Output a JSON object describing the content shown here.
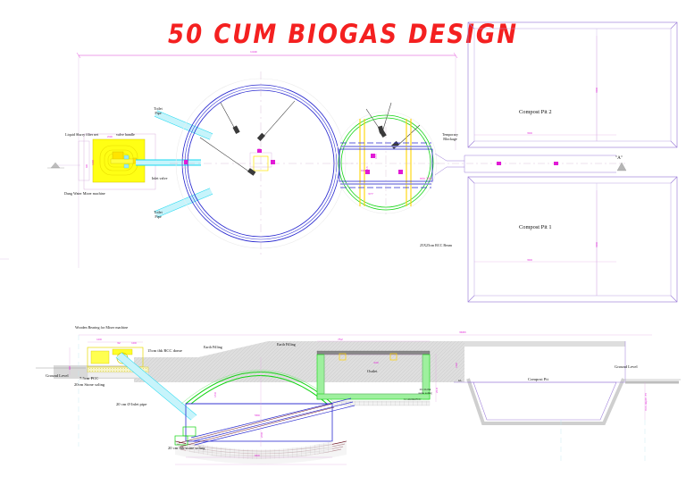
{
  "drawing": {
    "title": "50 CUM BIOGAS DESIGN",
    "title_color": "#f42020",
    "sheet_bg": "#ffffff"
  },
  "plan_view": {
    "labels": {
      "liquid_slurry_filter": "Liquid Slurry filter net",
      "valve_handle": "valve handle",
      "inlet_valve": "Inlet valve",
      "mixer_machine": "Dung Water Mixer machine",
      "toilet_pipe_top": "Toilet\nPipe",
      "toilet_pipe_bottom": "Toilet\nPipe",
      "temporary_blockage": "Temporary\nBlockage",
      "rcc_beam": "25X25cm RCC Beam",
      "section_marker": "\"A\"",
      "compost_pit_2": "Compost Pit 2",
      "compost_pit_1": "Compost Pit 1"
    },
    "dimensions": {
      "overall_width": "1440",
      "pit2_width": "300",
      "pit2_height": "300",
      "pit1_width": "300",
      "pit1_height": "300",
      "min_channel": "min 100",
      "inner_small_1": "100",
      "inner_small_2": "240",
      "digester_note_1": "600",
      "digester_note_2": "155",
      "digester_note_3": "20",
      "outlet_w": "377",
      "outlet_h": "215",
      "slurry_w": "100",
      "slurry_h": "60",
      "valve_d": "25",
      "gap_a": "85",
      "gap_b": "35",
      "gap_c": "25"
    }
  },
  "section_view": {
    "labels": {
      "wooden_bearing": "Wooden Bearing for Mixer machine",
      "rcc_dome": "15cm thk RCC dome",
      "earth_filling_left": "Earth Filling",
      "earth_filling_right": "Earth Filling",
      "pcc": "7.5cm PCC",
      "stone_soling_top": "20cm Stone soling",
      "inlet_pipe": "20 cm Ø Inlet pipe",
      "stone_soling_bottom": "20 cm thk stone soling",
      "outlet": "Outlet",
      "ground_level_left": "Ground Level",
      "ground_level_right": "Ground Level",
      "compost_pit": "Compost Pit",
      "stone_soling_outlet": "20 cm thk\nstone soling",
      "pcc_outlet": "11 cm thk PCC",
      "gl_mark": "GL"
    },
    "dimensions": {
      "span_total": "3683",
      "outlet_span": "752",
      "outlet_inner": "440",
      "base_width": "660",
      "tank_inner": "580",
      "mixer_w1": "100",
      "mixer_w2": "32",
      "mixer_w3": "100",
      "mixer_w4": "25",
      "mixer_h": "60",
      "dome_rise": "150",
      "tank_depth": "230",
      "outlet_depth": "210",
      "right_depth": "100",
      "pit_depth_label": "min depth 75"
    }
  },
  "colors": {
    "digester_blue": "#2a2ad0",
    "dome_green": "#12d412",
    "pipe_cyan": "#18d8f0",
    "mixer_yellow": "#f2e400",
    "dim_magenta": "#e11ad6",
    "pit_violet": "#9a7ad8",
    "earth_grey": "#d9d9d9",
    "base_maroon": "#6b1020"
  }
}
